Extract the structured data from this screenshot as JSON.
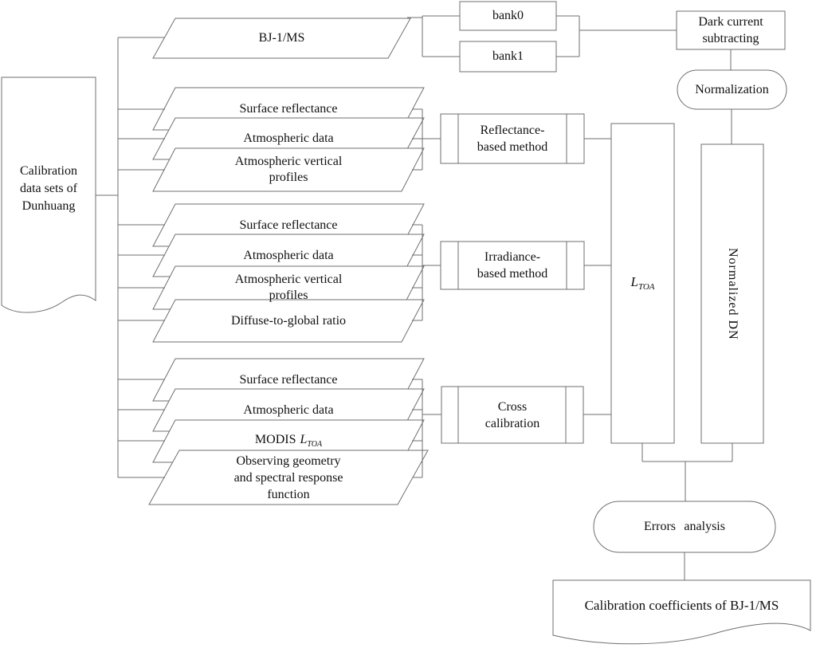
{
  "colors": {
    "line": "#6f6f6f",
    "text": "#101010",
    "bg": "#ffffff",
    "fill": "#ffffff"
  },
  "source": {
    "line1": "Calibration",
    "line2": "data sets of",
    "line3": "Dunhuang"
  },
  "sensor": {
    "label": "BJ-1/MS",
    "bank0": "bank0",
    "bank1": "bank1"
  },
  "preprocess": {
    "dark_line1": "Dark current",
    "dark_line2": "subtracting",
    "normalization": "Normalization"
  },
  "reflectance_group": {
    "surface": "Surface reflectance",
    "atmospheric": "Atmospheric data",
    "vertical_line1": "Atmospheric vertical",
    "vertical_line2": "profiles",
    "method_line1": "Reflectance-",
    "method_line2": "based method"
  },
  "irradiance_group": {
    "surface": "Surface reflectance",
    "atmospheric": "Atmospheric data",
    "vertical_line1": "Atmospheric vertical",
    "vertical_line2": "profiles",
    "diffuse": "Diffuse-to-global ratio",
    "method_line1": "Irradiance-",
    "method_line2": "based method"
  },
  "cross_group": {
    "surface": "Surface reflectance",
    "atmospheric": "Atmospheric data",
    "modis_prefix": "MODIS",
    "modis_symbol": "L",
    "modis_subscript": "TOA",
    "observing_line1": "Observing geometry",
    "observing_line2": "and spectral response",
    "observing_line3": "function",
    "method_line1": "Cross",
    "method_line2": "calibration"
  },
  "outputs": {
    "ltoa_symbol": "L",
    "ltoa_subscript": "TOA",
    "normalized_dn": "Normalized DN"
  },
  "results": {
    "errors": "Errors analysis",
    "coefficients": "Calibration coefficients of BJ-1/MS"
  }
}
